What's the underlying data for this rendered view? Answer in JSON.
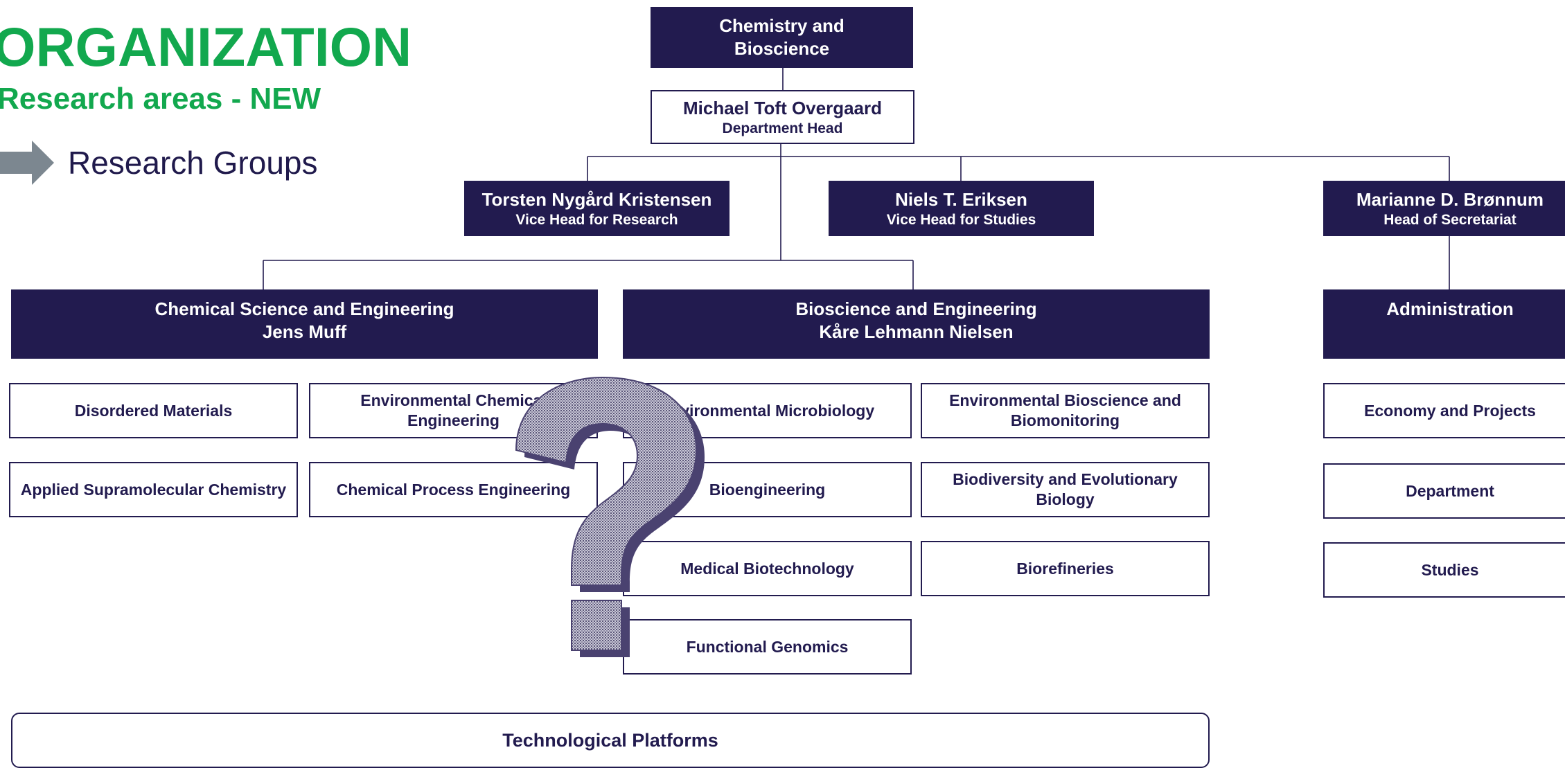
{
  "header": {
    "title": "ORGANIZATION",
    "subtitle": "Research areas - NEW",
    "research_groups_label": "Research Groups"
  },
  "top": {
    "department": "Chemistry and Bioscience",
    "head_name": "Michael Toft Overgaard",
    "head_role": "Department Head"
  },
  "vice": [
    {
      "name": "Torsten Nygård Kristensen",
      "role": "Vice Head for Research"
    },
    {
      "name": "Niels T. Eriksen",
      "role": "Vice Head for Studies"
    },
    {
      "name": "Marianne D. Brønnum",
      "role": "Head of Secretariat"
    }
  ],
  "sections": [
    {
      "title": "Chemical Science and Engineering",
      "leader": "Jens Muff"
    },
    {
      "title": "Bioscience and Engineering",
      "leader": "Kåre Lehmann Nielsen"
    },
    {
      "title": "Administration",
      "leader": ""
    }
  ],
  "groups": {
    "chem": [
      "Disordered Materials",
      "Environmental Chemical Engineering",
      "Applied Supramolecular Chemistry",
      "Chemical Process Engineering"
    ],
    "bio": [
      "Environmental Microbiology",
      "Environmental Bioscience and Biomonitoring",
      "Bioengineering",
      "Biodiversity and Evolutionary Biology",
      "Medical Biotechnology",
      "Biorefineries",
      "Functional Genomics"
    ],
    "admin": [
      "Economy and Projects",
      "Department",
      "Studies"
    ]
  },
  "platforms": "Technological Platforms",
  "icons": {
    "arrow": "right-arrow-icon",
    "question": "question-mark-icon"
  },
  "colors": {
    "navy": "#221b4f",
    "green": "#12a84e",
    "arrow_gray": "#7c8790"
  }
}
